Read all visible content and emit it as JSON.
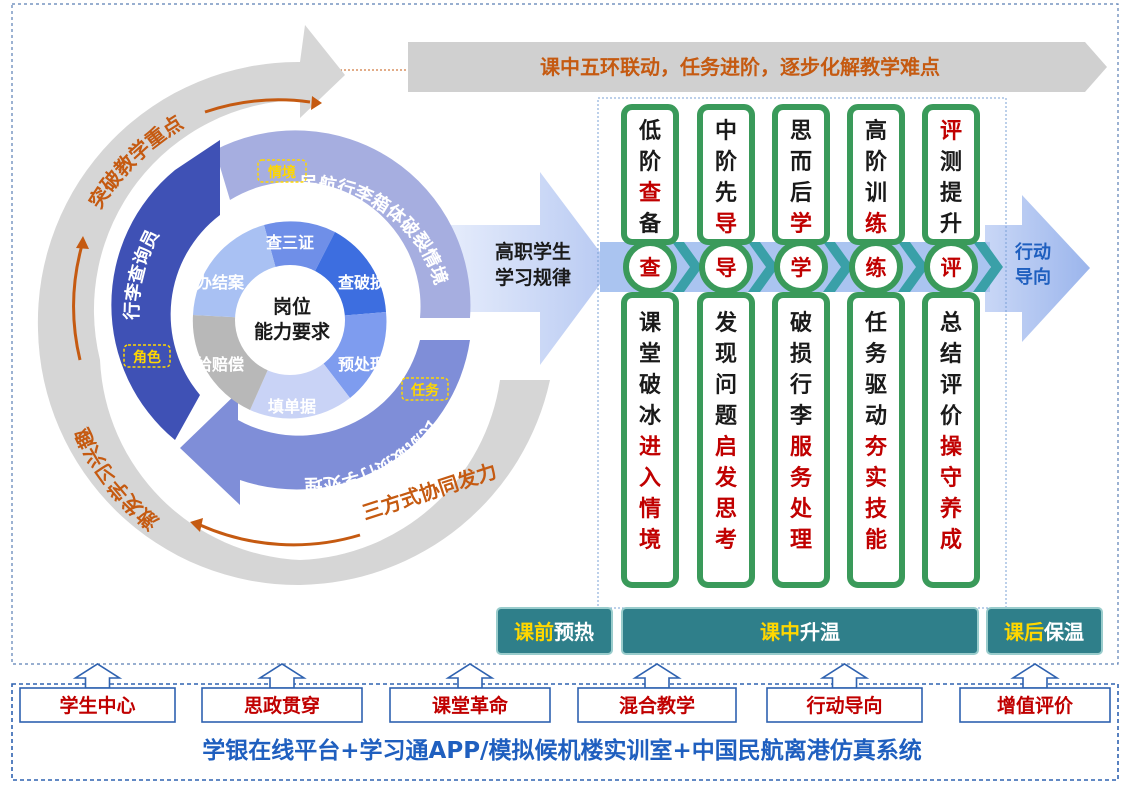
{
  "banner": {
    "text": "课中五环联动，任务进阶，逐步化解教学难点"
  },
  "center": {
    "line1": "岗位",
    "line2": "能力要求"
  },
  "inner_segments": [
    "查三证",
    "查破损",
    "预处理",
    "填单据",
    "给赔偿",
    "办结案"
  ],
  "ring_labels": {
    "top": "民航行李箱体破裂情境",
    "bottom": "民航破损行李处理",
    "left": "行李查询员",
    "tag_scene": "情境",
    "tag_task": "任务",
    "tag_role": "角色"
  },
  "outer_labels": {
    "top": "突破教学重点",
    "left": "激发学习兴趣",
    "bottom": "三方式协同发力"
  },
  "arrow_label": {
    "line1": "高职学生",
    "line2": "学习规律"
  },
  "action_label": {
    "line1": "行动",
    "line2": "导向"
  },
  "columns": [
    {
      "top": [
        [
          "低",
          "blk"
        ],
        [
          "阶",
          "blk"
        ],
        [
          "查",
          "red"
        ],
        [
          "备",
          "blk"
        ]
      ],
      "node": "查",
      "bottom": [
        [
          "课",
          "blk"
        ],
        [
          "堂",
          "blk"
        ],
        [
          "破",
          "blk"
        ],
        [
          "冰",
          "blk"
        ],
        [
          "进",
          "red"
        ],
        [
          "入",
          "red"
        ],
        [
          "情",
          "red"
        ],
        [
          "境",
          "red"
        ]
      ]
    },
    {
      "top": [
        [
          "中",
          "blk"
        ],
        [
          "阶",
          "blk"
        ],
        [
          "先",
          "blk"
        ],
        [
          "导",
          "red"
        ]
      ],
      "node": "导",
      "bottom": [
        [
          "发",
          "blk"
        ],
        [
          "现",
          "blk"
        ],
        [
          "问",
          "blk"
        ],
        [
          "题",
          "blk"
        ],
        [
          "启",
          "red"
        ],
        [
          "发",
          "red"
        ],
        [
          "思",
          "red"
        ],
        [
          "考",
          "red"
        ]
      ]
    },
    {
      "top": [
        [
          "思",
          "blk"
        ],
        [
          "而",
          "blk"
        ],
        [
          "后",
          "blk"
        ],
        [
          "学",
          "red"
        ]
      ],
      "node": "学",
      "bottom": [
        [
          "破",
          "blk"
        ],
        [
          "损",
          "blk"
        ],
        [
          "行",
          "blk"
        ],
        [
          "李",
          "blk"
        ],
        [
          "服",
          "red"
        ],
        [
          "务",
          "red"
        ],
        [
          "处",
          "red"
        ],
        [
          "理",
          "red"
        ]
      ]
    },
    {
      "top": [
        [
          "高",
          "blk"
        ],
        [
          "阶",
          "blk"
        ],
        [
          "训",
          "blk"
        ],
        [
          "练",
          "red"
        ]
      ],
      "node": "练",
      "bottom": [
        [
          "任",
          "blk"
        ],
        [
          "务",
          "blk"
        ],
        [
          "驱",
          "blk"
        ],
        [
          "动",
          "blk"
        ],
        [
          "夯",
          "red"
        ],
        [
          "实",
          "red"
        ],
        [
          "技",
          "red"
        ],
        [
          "能",
          "red"
        ]
      ]
    },
    {
      "top": [
        [
          "评",
          "red"
        ],
        [
          "测",
          "blk"
        ],
        [
          "提",
          "blk"
        ],
        [
          "升",
          "blk"
        ]
      ],
      "node": "评",
      "bottom": [
        [
          "总",
          "blk"
        ],
        [
          "结",
          "blk"
        ],
        [
          "评",
          "blk"
        ],
        [
          "价",
          "blk"
        ],
        [
          "操",
          "red"
        ],
        [
          "守",
          "red"
        ],
        [
          "养",
          "red"
        ],
        [
          "成",
          "red"
        ]
      ]
    }
  ],
  "phases": {
    "pre": {
      "a": "课前",
      "b": "预热"
    },
    "mid": {
      "a": "课中",
      "b": "升温"
    },
    "post": {
      "a": "课后",
      "b": "保温"
    }
  },
  "bottom_boxes": [
    "学生中心",
    "思政贯穿",
    "课堂革命",
    "混合教学",
    "行动导向",
    "增值评价"
  ],
  "platform": "学银在线平台+学习通APP/模拟候机楼实训室+中国民航离港仿真系统"
}
